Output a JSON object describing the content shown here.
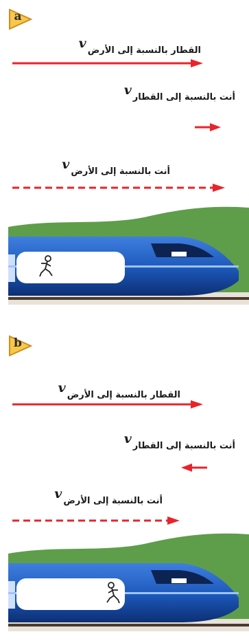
{
  "panels": [
    {
      "badge": "a",
      "labels": {
        "train_ground": "القطار بالنسبة إلى الأرض",
        "you_train": "أنت بالنسبة إلى القطار",
        "you_ground": "أنت بالنسبة إلى الأرض"
      },
      "symbol": "v",
      "you_train_direction": "right",
      "runner_direction": "right"
    },
    {
      "badge": "b",
      "labels": {
        "train_ground": "القطار بالنسبة إلى الأرض",
        "you_train": "أنت بالنسبة إلى القطار",
        "you_ground": "أنت بالنسبة إلى الأرض"
      },
      "symbol": "v",
      "you_train_direction": "left",
      "runner_direction": "left"
    }
  ],
  "colors": {
    "arrow": "#e8242b",
    "badge_fill": "#f7c84a",
    "badge_stroke": "#d08d1c",
    "hill": "#5e9e4a",
    "train_blue": "#1b57b8",
    "window_white": "#ffffff",
    "track": "#4a3a2e"
  },
  "icons": [
    "label-triangle-icon",
    "running-person-icon",
    "train-icon"
  ]
}
